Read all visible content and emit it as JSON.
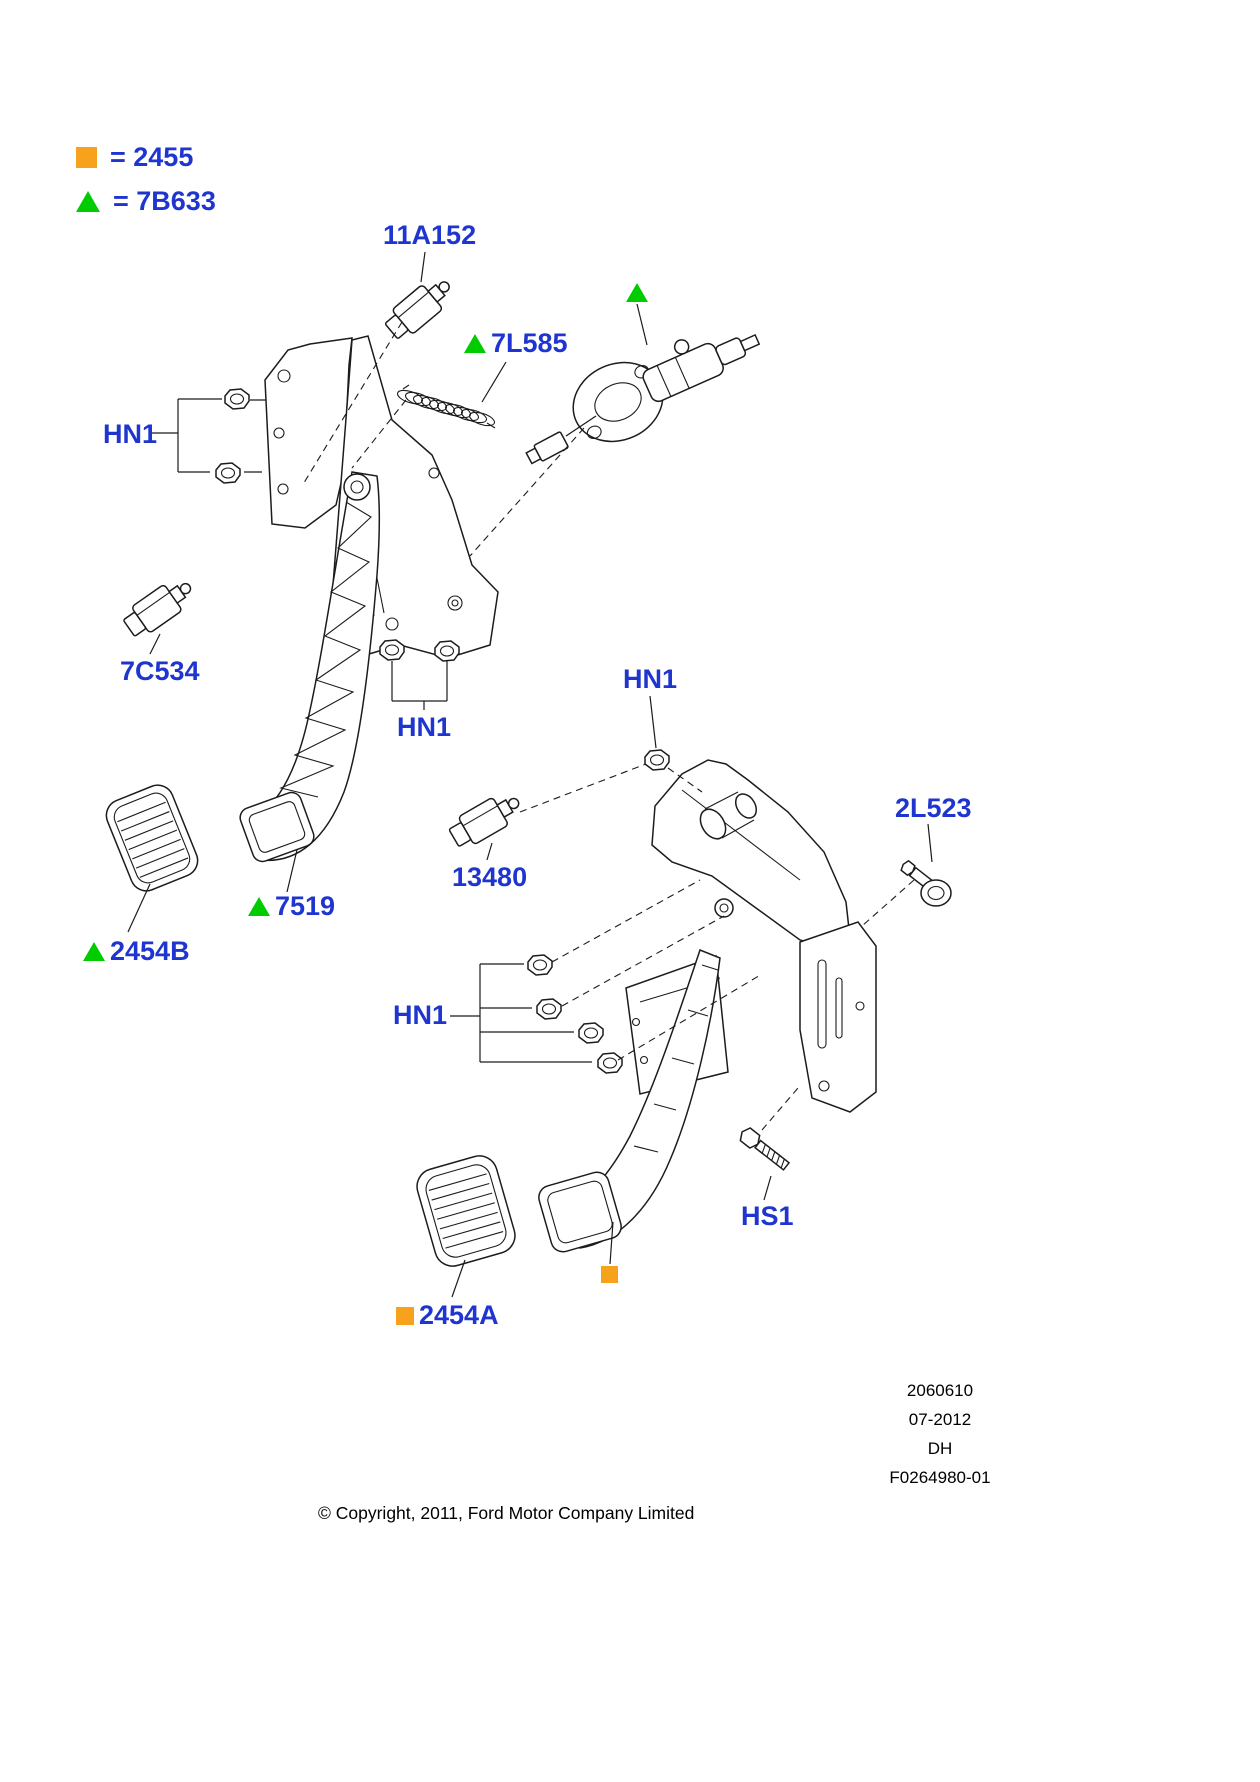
{
  "legend": {
    "square_code": "= 2455",
    "triangle_code": "= 7B633"
  },
  "part_labels": {
    "switch_top": "11A152",
    "spring": "7L585",
    "nut": "HN1",
    "switch_left": "7C534",
    "switch_mid": "13480",
    "pivot_bolt": "2L523",
    "clutch_pedal": "7519",
    "clutch_pad": "2454B",
    "screw": "HS1",
    "brake_pad": "2454A"
  },
  "footer": {
    "copyright": "© Copyright, 2011, Ford Motor Company Limited",
    "revision_number": "2060610",
    "revision_date": "07-2012",
    "initials": "DH",
    "figure_id": "F0264980-01"
  },
  "colors": {
    "label-blue": "#1f35cf",
    "marker-green": "#00cc00",
    "marker-orange": "#f6a21d",
    "line-black": "#1c1c1c"
  },
  "icons": {
    "square_marker": "filled-square",
    "triangle_marker": "filled-triangle-up"
  }
}
